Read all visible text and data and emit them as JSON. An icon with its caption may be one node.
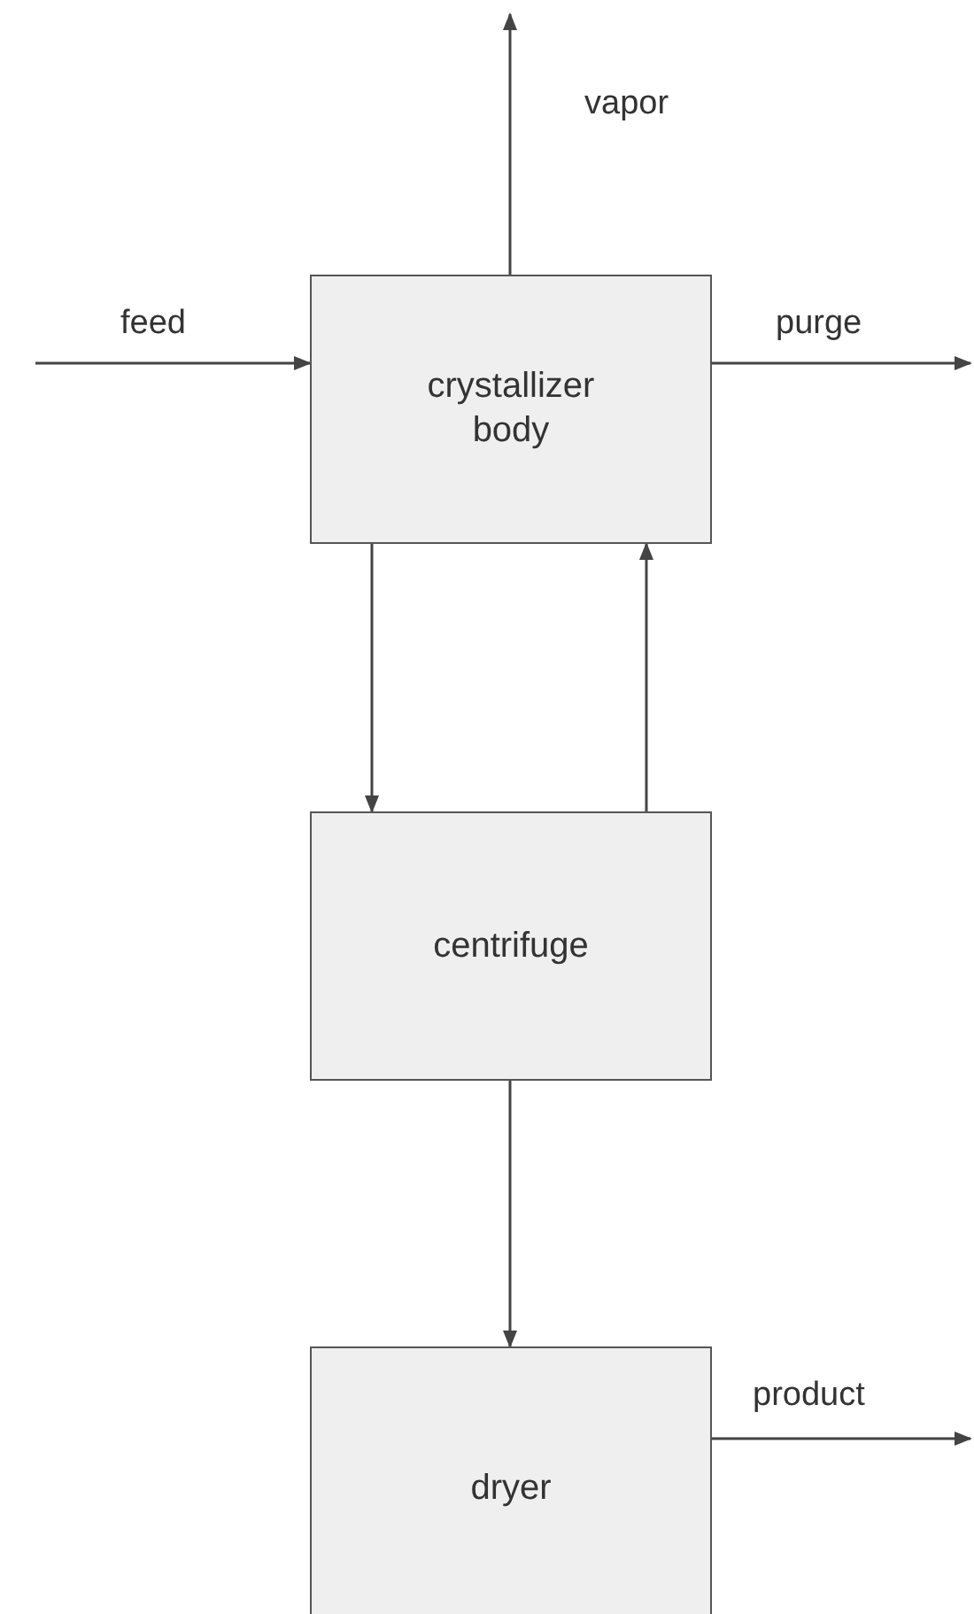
{
  "diagram": {
    "nodes": [
      {
        "text": [
          "crystallizer body"
        ]
      },
      {
        "text": [
          "centrifuge"
        ]
      },
      {
        "text": [
          "dryer"
        ]
      }
    ],
    "edges": [
      {
        "from": 0,
        "to": null,
        "arrow": "to",
        "label": "vapor"
      },
      {
        "from": null,
        "to": 0,
        "arrow": "to",
        "label": "feed"
      },
      {
        "from": 0,
        "to": null,
        "arrow": "to",
        "label": "purge"
      },
      {
        "from": 0,
        "to": 1,
        "arrow": "to"
      },
      {
        "from": 1,
        "to": 0,
        "arrow": "to"
      },
      {
        "from": 1,
        "to": 2,
        "arrow": "to"
      },
      {
        "from": 2,
        "to": null,
        "arrow": "to",
        "label": "product"
      }
    ]
  }
}
